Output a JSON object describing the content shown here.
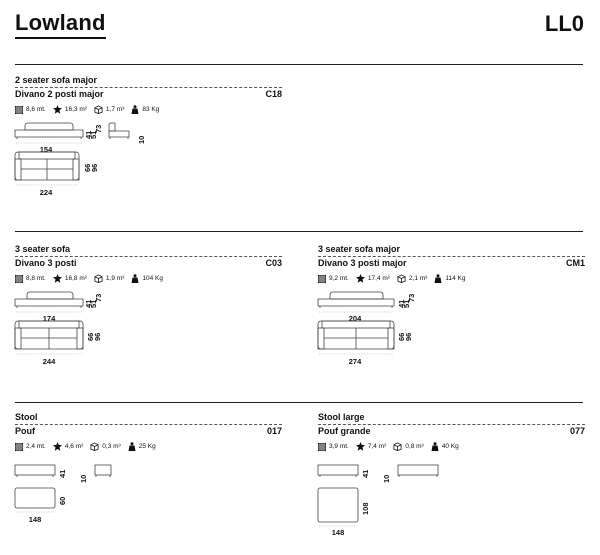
{
  "page": {
    "brand": "Lowland",
    "code": "LL0"
  },
  "icons": [
    "fabric-meters-icon",
    "leather-area-icon",
    "volume-cube-icon",
    "weight-icon"
  ],
  "products": [
    {
      "id": "c18",
      "name_en": "2 seater sofa major",
      "name_it": "Divano 2 posti major",
      "code": "C18",
      "specs": {
        "fabric": "8,6 mt.",
        "leather": "16,3 m²",
        "volume": "1,7 m³",
        "weight": "83 Kg"
      },
      "dims": {
        "front_width": "154",
        "depth_a": "41",
        "depth_b": "51",
        "depth_c": "73",
        "side_height": "10",
        "top_width": "224",
        "top_d1": "66",
        "top_d2": "96"
      }
    },
    {
      "id": "c03",
      "name_en": "3 seater sofa",
      "name_it": "Divano 3 posti",
      "code": "C03",
      "specs": {
        "fabric": "8,8 mt.",
        "leather": "16,8 m²",
        "volume": "1,9 m³",
        "weight": "104 Kg"
      },
      "dims": {
        "front_width": "174",
        "depth_a": "41",
        "depth_b": "51",
        "depth_c": "73",
        "top_width": "244",
        "top_d1": "66",
        "top_d2": "96"
      }
    },
    {
      "id": "cm1",
      "name_en": "3 seater sofa major",
      "name_it": "Divano 3 posti major",
      "code": "CM1",
      "specs": {
        "fabric": "9,2 mt.",
        "leather": "17,4 m²",
        "volume": "2,1 m³",
        "weight": "114 Kg"
      },
      "dims": {
        "front_width": "204",
        "depth_a": "41",
        "depth_b": "51",
        "depth_c": "73",
        "top_width": "274",
        "top_d1": "66",
        "top_d2": "96"
      }
    },
    {
      "id": "p017",
      "name_en": "Stool",
      "name_it": "Pouf",
      "code": "017",
      "specs": {
        "fabric": "2,4 mt.",
        "leather": "4,6 m²",
        "volume": "0,3 m³",
        "weight": "25 Kg"
      },
      "dims": {
        "front_height": "41",
        "side_height": "10",
        "top_width": "148",
        "top_depth": "60"
      }
    },
    {
      "id": "p077",
      "name_en": "Stool large",
      "name_it": "Pouf grande",
      "code": "077",
      "specs": {
        "fabric": "3,9 mt.",
        "leather": "7,4 m²",
        "volume": "0,8 m³",
        "weight": "40 Kg"
      },
      "dims": {
        "front_height": "41",
        "side_height": "10",
        "top_width": "148",
        "top_depth": "108"
      }
    }
  ]
}
